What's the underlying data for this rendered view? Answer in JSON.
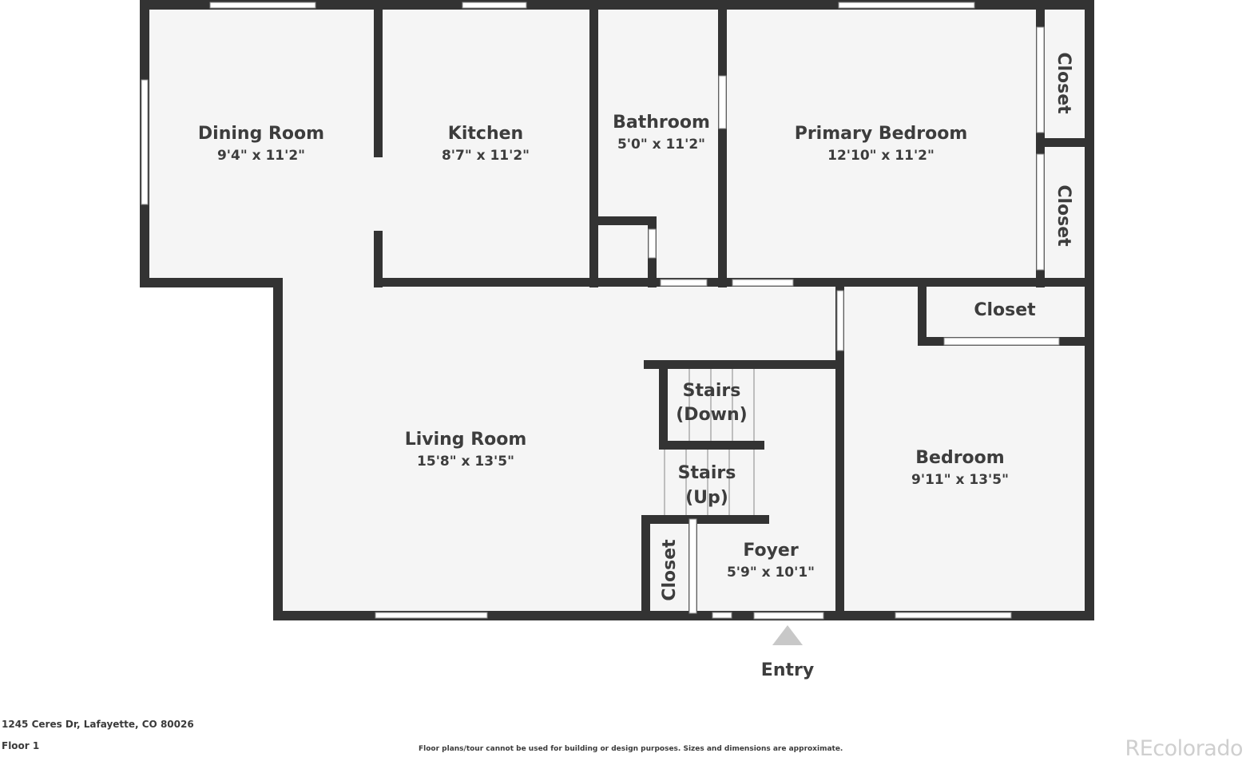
{
  "rooms": {
    "dining": {
      "name": "Dining Room",
      "dims": "9'4\" x 11'2\""
    },
    "kitchen": {
      "name": "Kitchen",
      "dims": "8'7\" x 11'2\""
    },
    "bathroom": {
      "name": "Bathroom",
      "dims": "5'0\" x 11'2\""
    },
    "primary_bedroom": {
      "name": "Primary Bedroom",
      "dims": "12'10\" x 11'2\""
    },
    "living": {
      "name": "Living Room",
      "dims": "15'8\" x 13'5\""
    },
    "bedroom": {
      "name": "Bedroom",
      "dims": "9'11\" x 13'5\""
    },
    "foyer": {
      "name": "Foyer",
      "dims": "5'9\" x 10'1\""
    },
    "stairs_down": {
      "line1": "Stairs",
      "line2": "(Down)"
    },
    "stairs_up": {
      "line1": "Stairs",
      "line2": "(Up)"
    },
    "closet_label": "Closet"
  },
  "entry_label": "Entry",
  "footer": {
    "address": "1245 Ceres Dr, Lafayette, CO 80026",
    "floor": "Floor 1",
    "disclaimer": "Floor plans/tour cannot be used for building or design purposes. Sizes and dimensions are approximate.",
    "brand": "REcolorado"
  },
  "colors": {
    "wall": "#333333",
    "floor": "#f5f5f5",
    "window": "#ffffff",
    "entry_arrow": "#c8c8c8"
  }
}
